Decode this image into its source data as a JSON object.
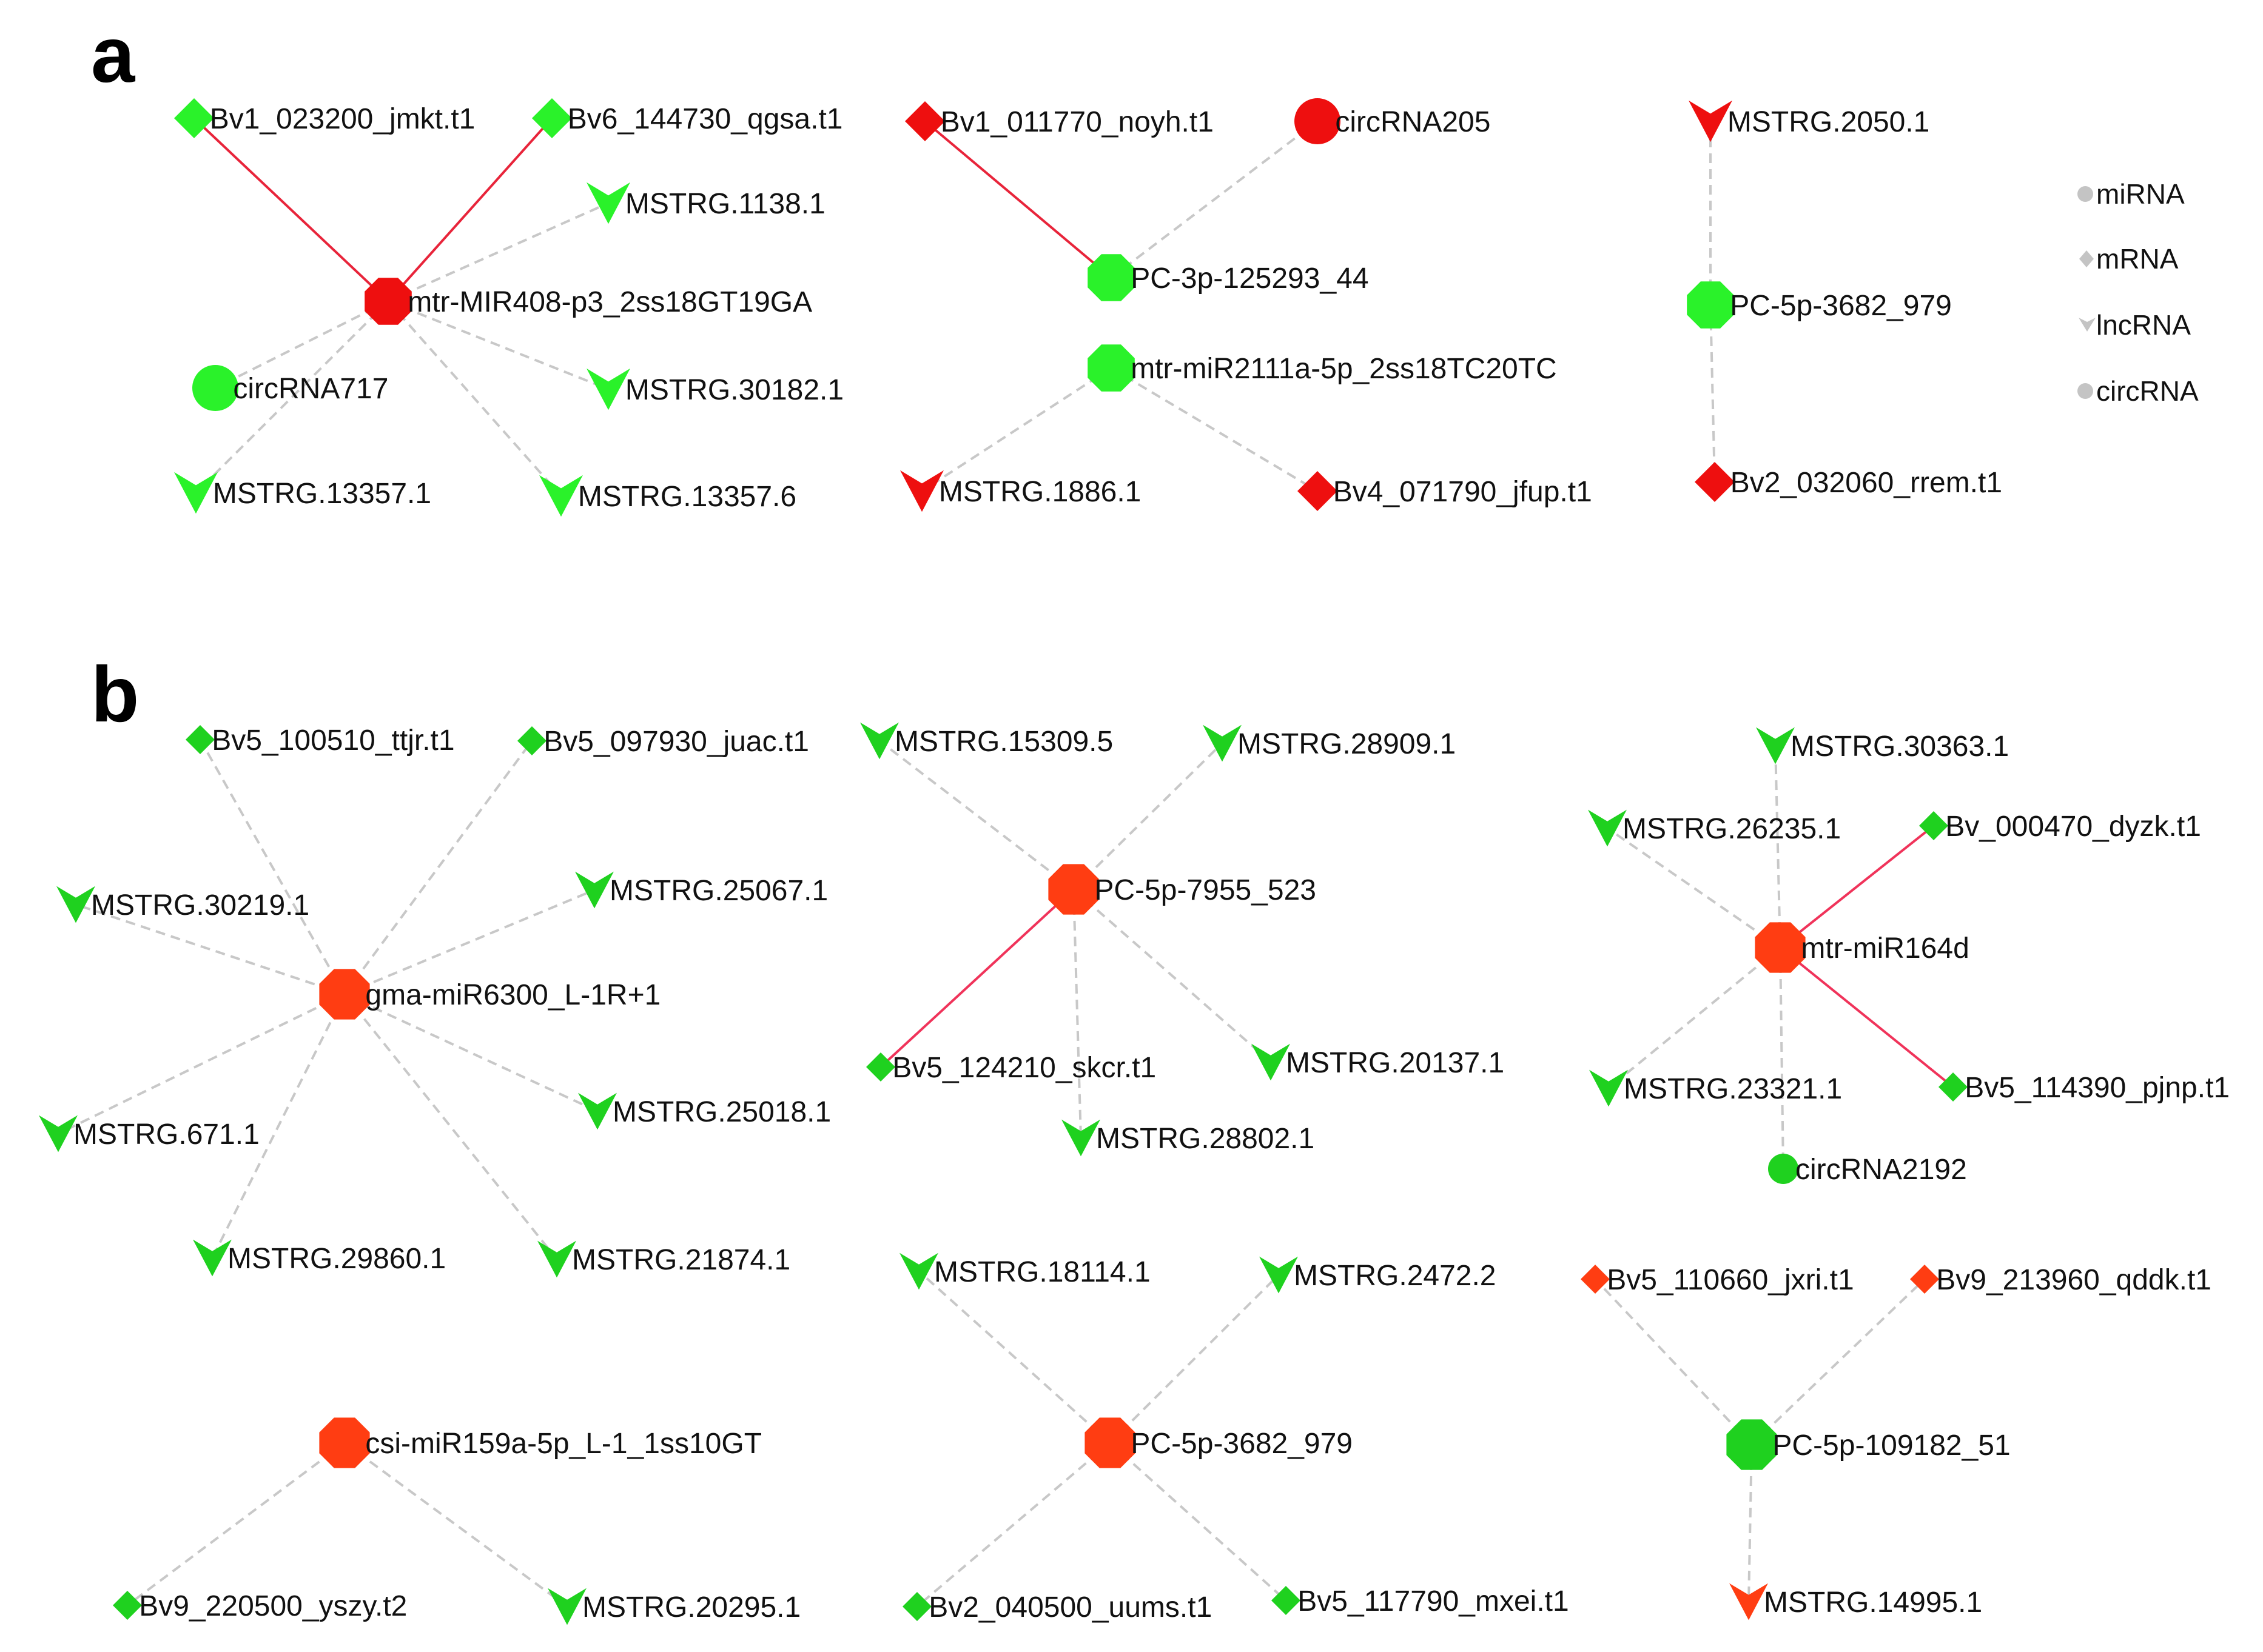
{
  "colors": {
    "bright_green": "#2af22a",
    "green": "#1fd11f",
    "bright_red": "#ee0f0f",
    "orange_red": "#ff3d12",
    "red_edge": "#e8243a",
    "pink_edge": "#f0335a",
    "dashed_edge": "#c8c8c8",
    "legend_grey": "#c4c4c4"
  },
  "legend": {
    "items": [
      {
        "shape": "circle",
        "label": "miRNA"
      },
      {
        "shape": "diamond",
        "label": "mRNA"
      },
      {
        "shape": "v",
        "label": "lncRNA"
      },
      {
        "shape": "circle",
        "label": "circRNA"
      }
    ]
  },
  "panels": [
    {
      "letter": "a",
      "networks": [
        {
          "nodes": [
            {
              "id": "mir408",
              "label": "mtr-MIR408-p3_2ss18GT19GA",
              "shape": "octagon",
              "color": "bright_red"
            },
            {
              "id": "bv1_023200",
              "label": "Bv1_023200_jmkt.t1",
              "shape": "diamond",
              "color": "bright_green"
            },
            {
              "id": "bv6_144730",
              "label": "Bv6_144730_qgsa.t1",
              "shape": "diamond",
              "color": "bright_green"
            },
            {
              "id": "mstrg1138",
              "label": "MSTRG.1138.1",
              "shape": "v",
              "color": "bright_green"
            },
            {
              "id": "circ717",
              "label": "circRNA717",
              "shape": "circle",
              "color": "bright_green"
            },
            {
              "id": "mstrg30182",
              "label": "MSTRG.30182.1",
              "shape": "v",
              "color": "bright_green"
            },
            {
              "id": "mstrg13357_1",
              "label": "MSTRG.13357.1",
              "shape": "v",
              "color": "bright_green"
            },
            {
              "id": "mstrg13357_6",
              "label": "MSTRG.13357.6",
              "shape": "v",
              "color": "bright_green"
            }
          ],
          "edges": [
            {
              "from": "mir408",
              "to": "bv1_023200",
              "style": "solid"
            },
            {
              "from": "mir408",
              "to": "bv6_144730",
              "style": "solid"
            },
            {
              "from": "mir408",
              "to": "mstrg1138",
              "style": "dashed"
            },
            {
              "from": "mir408",
              "to": "circ717",
              "style": "dashed"
            },
            {
              "from": "mir408",
              "to": "mstrg30182",
              "style": "dashed"
            },
            {
              "from": "mir408",
              "to": "mstrg13357_1",
              "style": "dashed"
            },
            {
              "from": "mir408",
              "to": "mstrg13357_6",
              "style": "dashed"
            }
          ]
        },
        {
          "nodes": [
            {
              "id": "pc3p125293",
              "label": "PC-3p-125293_44",
              "shape": "octagon",
              "color": "bright_green"
            },
            {
              "id": "bv1_011770",
              "label": "Bv1_011770_noyh.t1",
              "shape": "diamond",
              "color": "bright_red"
            },
            {
              "id": "circ205",
              "label": "circRNA205",
              "shape": "circle",
              "color": "bright_red"
            }
          ],
          "edges": [
            {
              "from": "pc3p125293",
              "to": "bv1_011770",
              "style": "solid"
            },
            {
              "from": "pc3p125293",
              "to": "circ205",
              "style": "dashed"
            }
          ]
        },
        {
          "nodes": [
            {
              "id": "mir2111a",
              "label": "mtr-miR2111a-5p_2ss18TC20TC",
              "shape": "octagon",
              "color": "bright_green"
            },
            {
              "id": "mstrg1886",
              "label": "MSTRG.1886.1",
              "shape": "v",
              "color": "bright_red"
            },
            {
              "id": "bv4_071790",
              "label": "Bv4_071790_jfup.t1",
              "shape": "diamond",
              "color": "bright_red"
            }
          ],
          "edges": [
            {
              "from": "mir2111a",
              "to": "mstrg1886",
              "style": "dashed"
            },
            {
              "from": "mir2111a",
              "to": "bv4_071790",
              "style": "dashed"
            }
          ]
        },
        {
          "nodes": [
            {
              "id": "pc5p3682a",
              "label": "PC-5p-3682_979",
              "shape": "octagon",
              "color": "bright_green"
            },
            {
              "id": "mstrg2050",
              "label": "MSTRG.2050.1",
              "shape": "v",
              "color": "bright_red"
            },
            {
              "id": "bv2_032060",
              "label": "Bv2_032060_rrem.t1",
              "shape": "diamond",
              "color": "bright_red"
            }
          ],
          "edges": [
            {
              "from": "pc5p3682a",
              "to": "mstrg2050",
              "style": "dashed"
            },
            {
              "from": "pc5p3682a",
              "to": "bv2_032060",
              "style": "dashed"
            }
          ]
        }
      ]
    },
    {
      "letter": "b",
      "networks": [
        {
          "nodes": [
            {
              "id": "mir6300",
              "label": "gma-miR6300_L-1R+1",
              "shape": "octagon",
              "color": "orange_red"
            },
            {
              "id": "bv5_100510",
              "label": "Bv5_100510_ttjr.t1",
              "shape": "diamond",
              "color": "green"
            },
            {
              "id": "bv5_097930",
              "label": "Bv5_097930_juac.t1",
              "shape": "diamond",
              "color": "green"
            },
            {
              "id": "mstrg30219",
              "label": "MSTRG.30219.1",
              "shape": "v",
              "color": "green"
            },
            {
              "id": "mstrg25067",
              "label": "MSTRG.25067.1",
              "shape": "v",
              "color": "green"
            },
            {
              "id": "mstrg671",
              "label": "MSTRG.671.1",
              "shape": "v",
              "color": "green"
            },
            {
              "id": "mstrg25018",
              "label": "MSTRG.25018.1",
              "shape": "v",
              "color": "green"
            },
            {
              "id": "mstrg29860",
              "label": "MSTRG.29860.1",
              "shape": "v",
              "color": "green"
            },
            {
              "id": "mstrg21874",
              "label": "MSTRG.21874.1",
              "shape": "v",
              "color": "green"
            }
          ],
          "edges": [
            {
              "from": "mir6300",
              "to": "bv5_100510",
              "style": "dashed"
            },
            {
              "from": "mir6300",
              "to": "bv5_097930",
              "style": "dashed"
            },
            {
              "from": "mir6300",
              "to": "mstrg30219",
              "style": "dashed"
            },
            {
              "from": "mir6300",
              "to": "mstrg25067",
              "style": "dashed"
            },
            {
              "from": "mir6300",
              "to": "mstrg671",
              "style": "dashed"
            },
            {
              "from": "mir6300",
              "to": "mstrg25018",
              "style": "dashed"
            },
            {
              "from": "mir6300",
              "to": "mstrg29860",
              "style": "dashed"
            },
            {
              "from": "mir6300",
              "to": "mstrg21874",
              "style": "dashed"
            }
          ]
        },
        {
          "nodes": [
            {
              "id": "pc5p7955",
              "label": "PC-5p-7955_523",
              "shape": "octagon",
              "color": "orange_red"
            },
            {
              "id": "mstrg15309",
              "label": "MSTRG.15309.5",
              "shape": "v",
              "color": "green"
            },
            {
              "id": "mstrg28909",
              "label": "MSTRG.28909.1",
              "shape": "v",
              "color": "green"
            },
            {
              "id": "bv5_124210",
              "label": "Bv5_124210_skcr.t1",
              "shape": "diamond",
              "color": "green"
            },
            {
              "id": "mstrg20137",
              "label": "MSTRG.20137.1",
              "shape": "v",
              "color": "green"
            },
            {
              "id": "mstrg28802",
              "label": "MSTRG.28802.1",
              "shape": "v",
              "color": "green"
            }
          ],
          "edges": [
            {
              "from": "pc5p7955",
              "to": "mstrg15309",
              "style": "dashed"
            },
            {
              "from": "pc5p7955",
              "to": "mstrg28909",
              "style": "dashed"
            },
            {
              "from": "pc5p7955",
              "to": "bv5_124210",
              "style": "solid"
            },
            {
              "from": "pc5p7955",
              "to": "mstrg20137",
              "style": "dashed"
            },
            {
              "from": "pc5p7955",
              "to": "mstrg28802",
              "style": "dashed"
            }
          ]
        },
        {
          "nodes": [
            {
              "id": "mir164d",
              "label": "mtr-miR164d",
              "shape": "octagon",
              "color": "orange_red"
            },
            {
              "id": "mstrg30363",
              "label": "MSTRG.30363.1",
              "shape": "v",
              "color": "green"
            },
            {
              "id": "mstrg26235",
              "label": "MSTRG.26235.1",
              "shape": "v",
              "color": "green"
            },
            {
              "id": "bv_000470",
              "label": "Bv_000470_dyzk.t1",
              "shape": "diamond",
              "color": "green"
            },
            {
              "id": "mstrg23321",
              "label": "MSTRG.23321.1",
              "shape": "v",
              "color": "green"
            },
            {
              "id": "bv5_114390",
              "label": "Bv5_114390_pjnp.t1",
              "shape": "diamond",
              "color": "green"
            },
            {
              "id": "circ2192",
              "label": "circRNA2192",
              "shape": "circle",
              "color": "green"
            }
          ],
          "edges": [
            {
              "from": "mir164d",
              "to": "mstrg30363",
              "style": "dashed"
            },
            {
              "from": "mir164d",
              "to": "mstrg26235",
              "style": "dashed"
            },
            {
              "from": "mir164d",
              "to": "bv_000470",
              "style": "solid"
            },
            {
              "from": "mir164d",
              "to": "mstrg23321",
              "style": "dashed"
            },
            {
              "from": "mir164d",
              "to": "bv5_114390",
              "style": "solid"
            },
            {
              "from": "mir164d",
              "to": "circ2192",
              "style": "dashed"
            }
          ]
        },
        {
          "nodes": [
            {
              "id": "csi159a",
              "label": "csi-miR159a-5p_L-1_1ss10GT",
              "shape": "octagon",
              "color": "orange_red"
            },
            {
              "id": "bv9_220500",
              "label": "Bv9_220500_yszy.t2",
              "shape": "diamond",
              "color": "green"
            },
            {
              "id": "mstrg20295",
              "label": "MSTRG.20295.1",
              "shape": "v",
              "color": "green"
            }
          ],
          "edges": [
            {
              "from": "csi159a",
              "to": "bv9_220500",
              "style": "dashed"
            },
            {
              "from": "csi159a",
              "to": "mstrg20295",
              "style": "dashed"
            }
          ]
        },
        {
          "nodes": [
            {
              "id": "pc5p3682b",
              "label": "PC-5p-3682_979",
              "shape": "octagon",
              "color": "orange_red"
            },
            {
              "id": "mstrg18114",
              "label": "MSTRG.18114.1",
              "shape": "v",
              "color": "green"
            },
            {
              "id": "mstrg2472",
              "label": "MSTRG.2472.2",
              "shape": "v",
              "color": "green"
            },
            {
              "id": "bv2_040500",
              "label": "Bv2_040500_uums.t1",
              "shape": "diamond",
              "color": "green"
            },
            {
              "id": "bv5_117790",
              "label": "Bv5_117790_mxei.t1",
              "shape": "diamond",
              "color": "green"
            }
          ],
          "edges": [
            {
              "from": "pc5p3682b",
              "to": "mstrg18114",
              "style": "dashed"
            },
            {
              "from": "pc5p3682b",
              "to": "mstrg2472",
              "style": "dashed"
            },
            {
              "from": "pc5p3682b",
              "to": "bv2_040500",
              "style": "dashed"
            },
            {
              "from": "pc5p3682b",
              "to": "bv5_117790",
              "style": "dashed"
            }
          ]
        },
        {
          "nodes": [
            {
              "id": "pc5p109182",
              "label": "PC-5p-109182_51",
              "shape": "octagon",
              "color": "green"
            },
            {
              "id": "bv5_110660",
              "label": "Bv5_110660_jxri.t1",
              "shape": "diamond",
              "color": "orange_red"
            },
            {
              "id": "bv9_213960",
              "label": "Bv9_213960_qddk.t1",
              "shape": "diamond",
              "color": "orange_red"
            },
            {
              "id": "mstrg14995",
              "label": "MSTRG.14995.1",
              "shape": "v",
              "color": "orange_red"
            }
          ],
          "edges": [
            {
              "from": "pc5p109182",
              "to": "bv5_110660",
              "style": "dashed"
            },
            {
              "from": "pc5p109182",
              "to": "bv9_213960",
              "style": "dashed"
            },
            {
              "from": "pc5p109182",
              "to": "mstrg14995",
              "style": "dashed"
            }
          ]
        }
      ]
    }
  ]
}
